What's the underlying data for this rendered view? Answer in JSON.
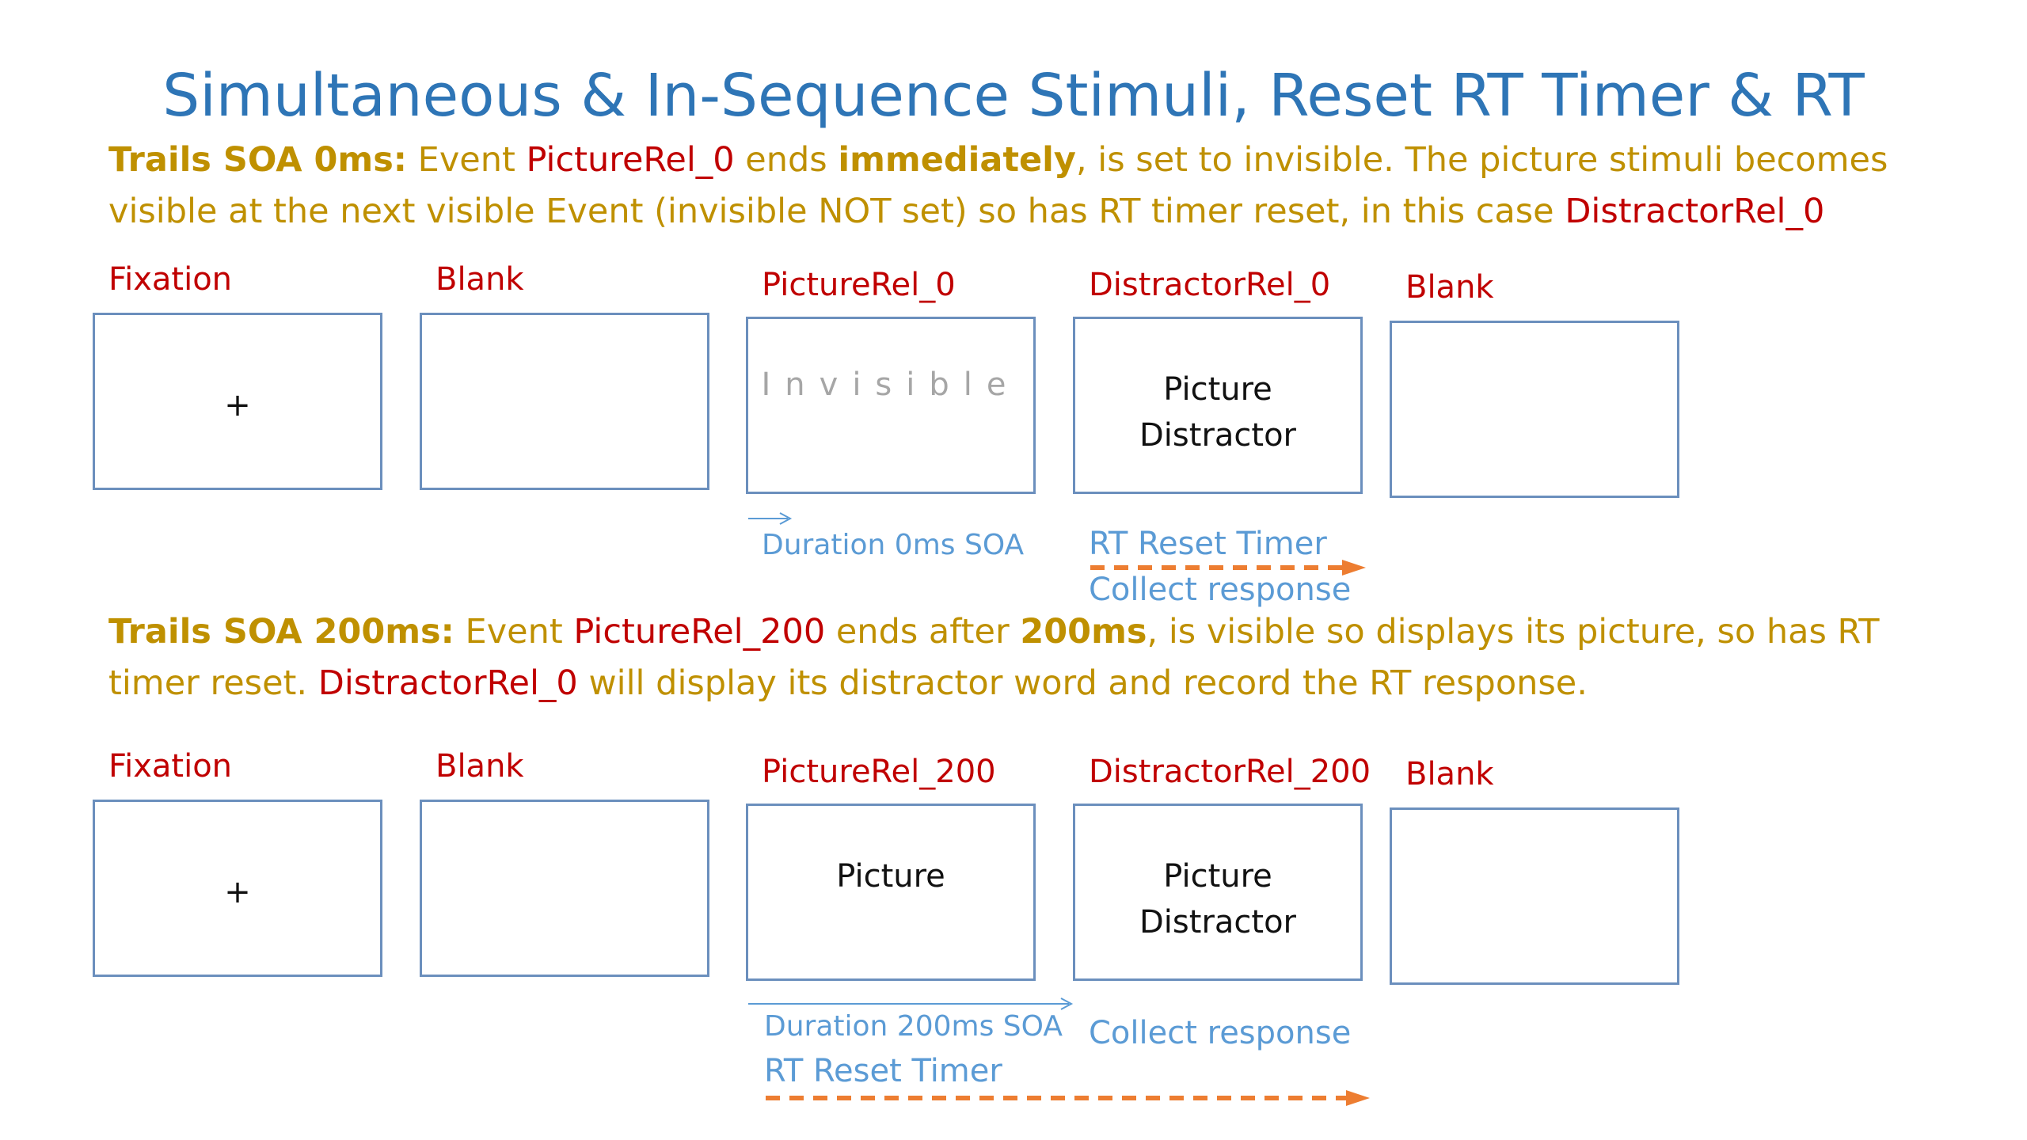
{
  "title": "Simultaneous & In-Sequence Stimuli, Reset RT Timer & RT",
  "section1": {
    "p_heading": "Trails SOA 0ms:",
    "p_t1": " Event ",
    "p_r1": "PictureRel_0",
    "p_t2": " ends ",
    "p_b1": "immediately",
    "p_t3": ", is set to invisible. The picture stimuli becomes visible at the next visible Event (invisible NOT set) so has RT timer reset, in this case ",
    "p_r2": "DistractorRel_0",
    "labels": [
      "Fixation",
      "Blank",
      "PictureRel_0",
      "DistractorRel_0",
      "Blank"
    ],
    "fixation_symbol": "+",
    "invisible_text": "Invisible",
    "distractor_line1": "Picture",
    "distractor_line2": "Distractor",
    "duration_note": "Duration 0ms SOA",
    "rt_reset": "RT Reset Timer",
    "collect": "Collect response"
  },
  "section2": {
    "p_heading": "Trails SOA 200ms:",
    "p_t1": " Event ",
    "p_r1": "PictureRel_200",
    "p_t2": " ends after ",
    "p_b1": "200ms",
    "p_t3": ", is visible so displays its picture, so has RT timer reset. ",
    "p_r2": "DistractorRel_0",
    "p_t4": " will display its distractor word and record the RT response.",
    "labels": [
      "Fixation",
      "Blank",
      "PictureRel_200",
      "DistractorRel_200",
      "Blank"
    ],
    "fixation_symbol": "+",
    "picture_text": "Picture",
    "distractor_line1": "Picture",
    "distractor_line2": "Distractor",
    "duration_note": "Duration 200ms SOA",
    "rt_reset": "RT Reset Timer",
    "collect": "Collect response"
  },
  "colors": {
    "title": "#2e75b6",
    "paragraph": "#bf9000",
    "event_label": "#c00000",
    "box_border": "#6b8fbd",
    "note": "#5b9bd5",
    "invisible_text": "#a6a6a6",
    "dashed_arrow": "#ed7d31"
  }
}
